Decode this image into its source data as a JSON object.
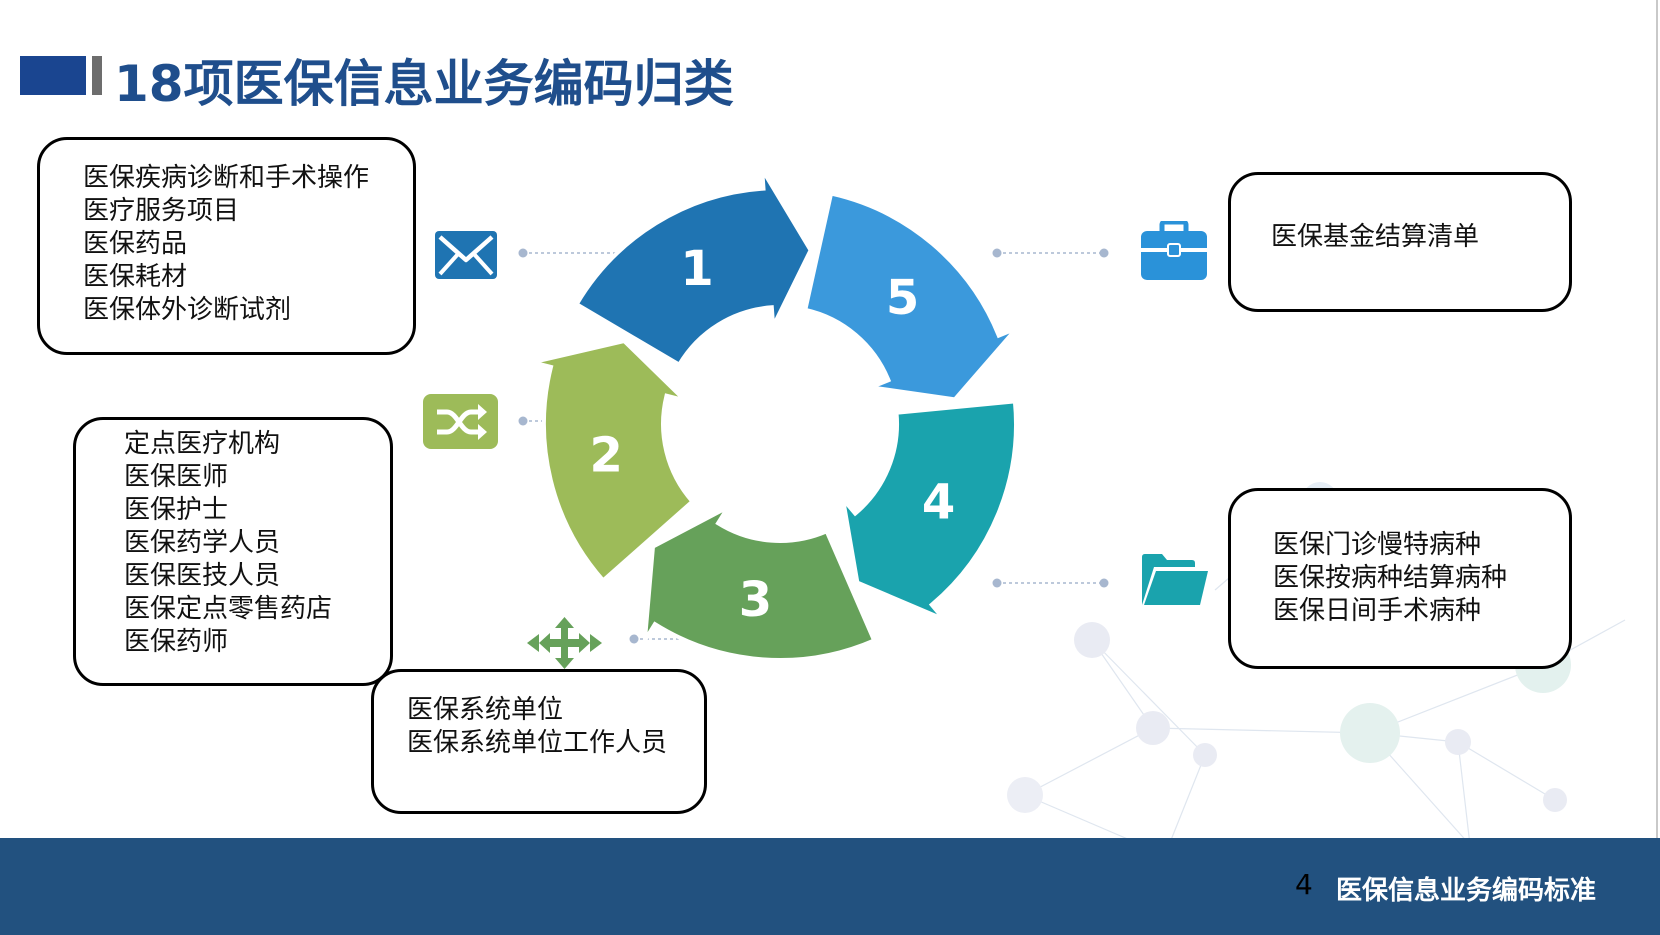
{
  "header": {
    "title": "18项医保信息业务编码归类"
  },
  "diagram": {
    "segments": [
      {
        "number": "1",
        "color": "#1f74b2"
      },
      {
        "number": "5",
        "color": "#3b99dc"
      },
      {
        "number": "4",
        "color": "#1aa3ad"
      },
      {
        "number": "3",
        "color": "#66a15a"
      },
      {
        "number": "2",
        "color": "#9dbb59"
      }
    ]
  },
  "groups": {
    "group1": {
      "icon": "envelope-icon",
      "icon_color": "#1f74b2",
      "items": [
        "医保疾病诊断和手术操作",
        "医疗服务项目",
        "医保药品",
        "医保耗材",
        "医保体外诊断试剂"
      ]
    },
    "group2": {
      "icon": "shuffle-icon",
      "icon_color": "#9dbb59",
      "items": [
        "定点医疗机构",
        "医保医师",
        "医保护士",
        "医保药学人员",
        "医保医技人员",
        "医保定点零售药店",
        "医保药师"
      ]
    },
    "group3": {
      "icon": "move-arrows-icon",
      "icon_color": "#66a15a",
      "items": [
        "医保系统单位",
        "医保系统单位工作人员"
      ]
    },
    "group4": {
      "icon": "folder-icon",
      "icon_color": "#1aa3ad",
      "items": [
        "医保门诊慢特病种",
        "医保按病种结算病种",
        "医保日间手术病种"
      ]
    },
    "group5": {
      "icon": "briefcase-icon",
      "icon_color": "#3b99dc",
      "items": [
        "医保基金结算清单"
      ]
    }
  },
  "footer": {
    "page_number": "4",
    "title": "医保信息业务编码标准"
  }
}
